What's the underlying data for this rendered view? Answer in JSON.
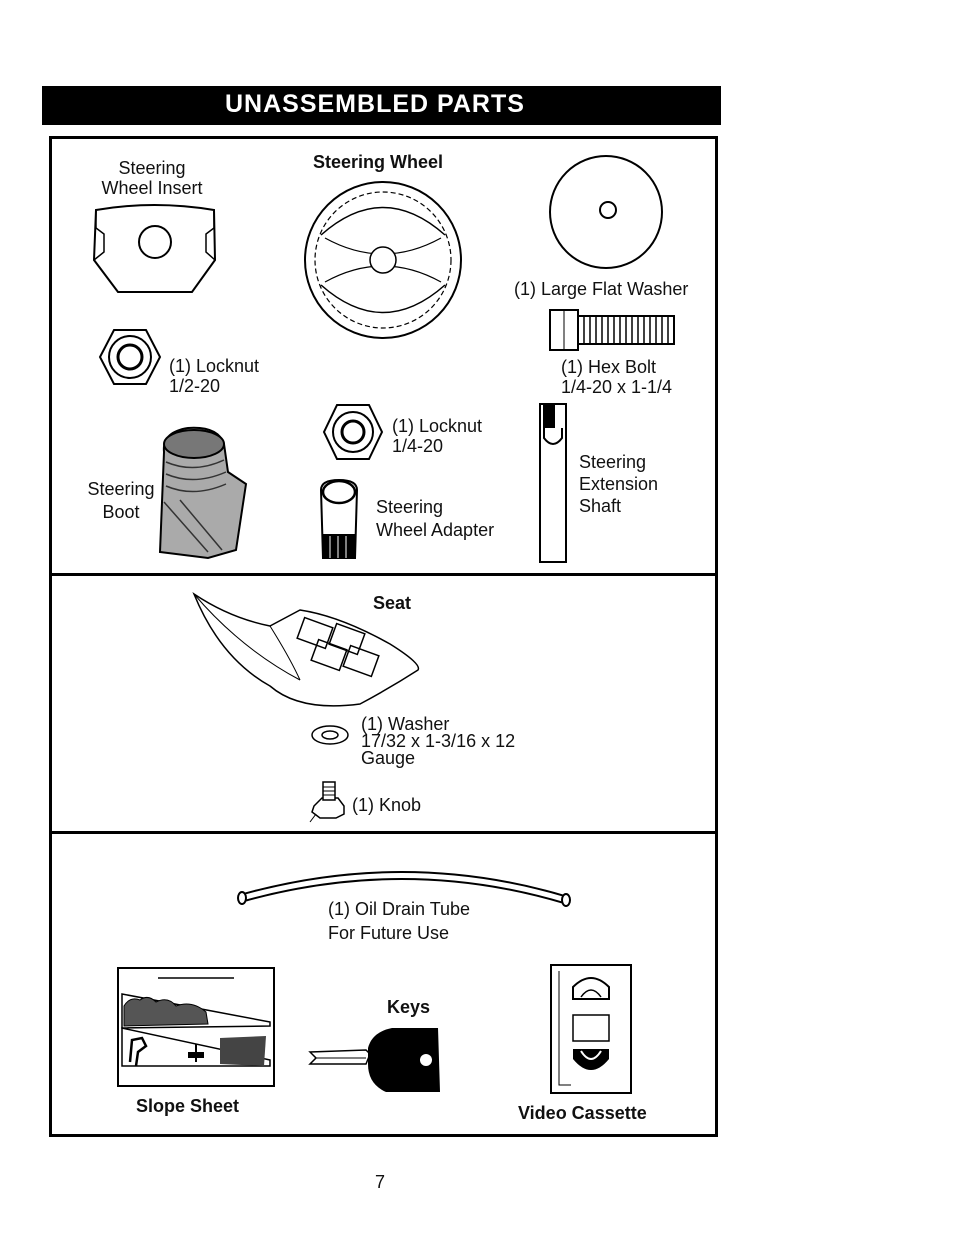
{
  "header": {
    "title": "UNASSEMBLED PARTS"
  },
  "parts": {
    "steering_wheel_insert": {
      "line1": "Steering",
      "line2": "Wheel Insert"
    },
    "steering_wheel": {
      "label": "Steering Wheel"
    },
    "large_flat_washer": {
      "label": "(1) Large Flat Washer"
    },
    "locknut_large": {
      "line1": "(1) Locknut",
      "line2": "1/2-20"
    },
    "hex_bolt": {
      "line1": "(1) Hex Bolt",
      "line2": "1/4-20 x 1-1/4"
    },
    "locknut_small": {
      "line1": "(1) Locknut",
      "line2": "1/4-20"
    },
    "steering_boot": {
      "line1": "Steering",
      "line2": "Boot"
    },
    "steering_wheel_adapter": {
      "line1": "Steering",
      "line2": "Wheel Adapter"
    },
    "steering_extension_shaft": {
      "line1": "Steering",
      "line2": "Extension",
      "line3": "Shaft"
    },
    "seat": {
      "label": "Seat"
    },
    "washer": {
      "line1": "(1) Washer",
      "line2": "17/32 x 1-3/16 x 12",
      "line3": "Gauge"
    },
    "knob": {
      "label": "(1) Knob"
    },
    "oil_drain_tube": {
      "line1": "(1) Oil Drain Tube",
      "line2": "For Future Use"
    },
    "slope_sheet": {
      "label": "Slope Sheet"
    },
    "keys": {
      "label": "Keys"
    },
    "video_cassette": {
      "label": "Video Cassette"
    }
  },
  "footer": {
    "page_number": "7"
  }
}
